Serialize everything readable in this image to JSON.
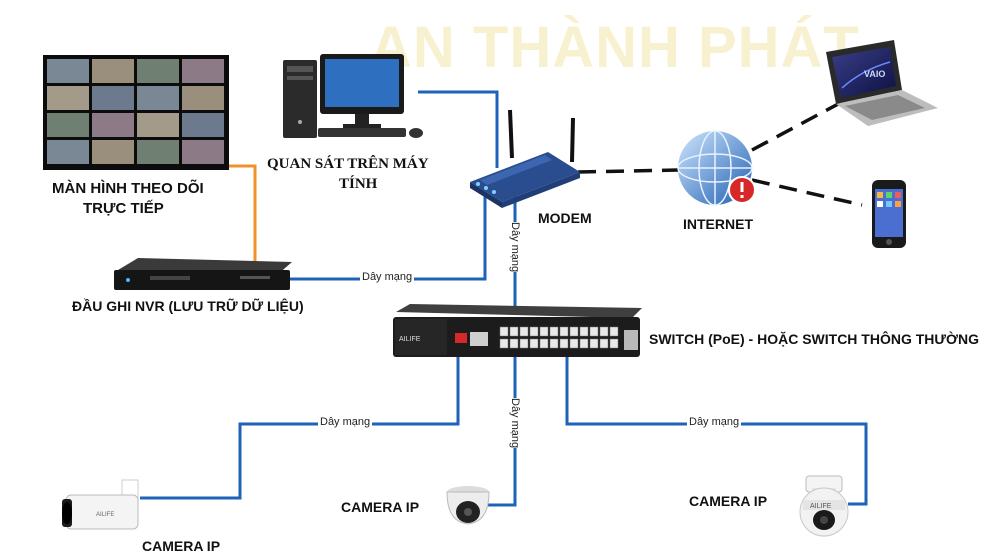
{
  "watermark": "AN THÀNH PHÁT",
  "labels": {
    "monitor": "MÀN HÌNH THEO DÕI",
    "monitor_line2": "TRỰC TIẾP",
    "pc": "QUAN SÁT TRÊN MÁY",
    "pc_line2": "TÍNH",
    "modem": "MODEM",
    "internet": "INTERNET",
    "nvr": "ĐẦU GHI NVR (LƯU TRỮ DỮ LIỆU)",
    "switch": "SWITCH (PoE)  - HOẶC SWITCH THÔNG THƯỜNG",
    "camera_left": "CAMERA IP",
    "camera_center": "CAMERA IP",
    "camera_right": "CAMERA IP"
  },
  "device_text": {
    "switch_brand": "AILIFE",
    "camera_right_brand": "AILIFE",
    "laptop_brand": "VAIO"
  },
  "cable_labels": {
    "nvr_modem": "Dây mạng",
    "modem_switch": "Dây mạng",
    "switch_cam_left": "Dây mạng",
    "switch_cam_center": "Dây mạng",
    "switch_cam_right": "Dây mạng"
  },
  "colors": {
    "cable_network": "#1e63b8",
    "cable_video": "#f0922b",
    "cable_internet": "#111111",
    "alert": "#d62828"
  }
}
